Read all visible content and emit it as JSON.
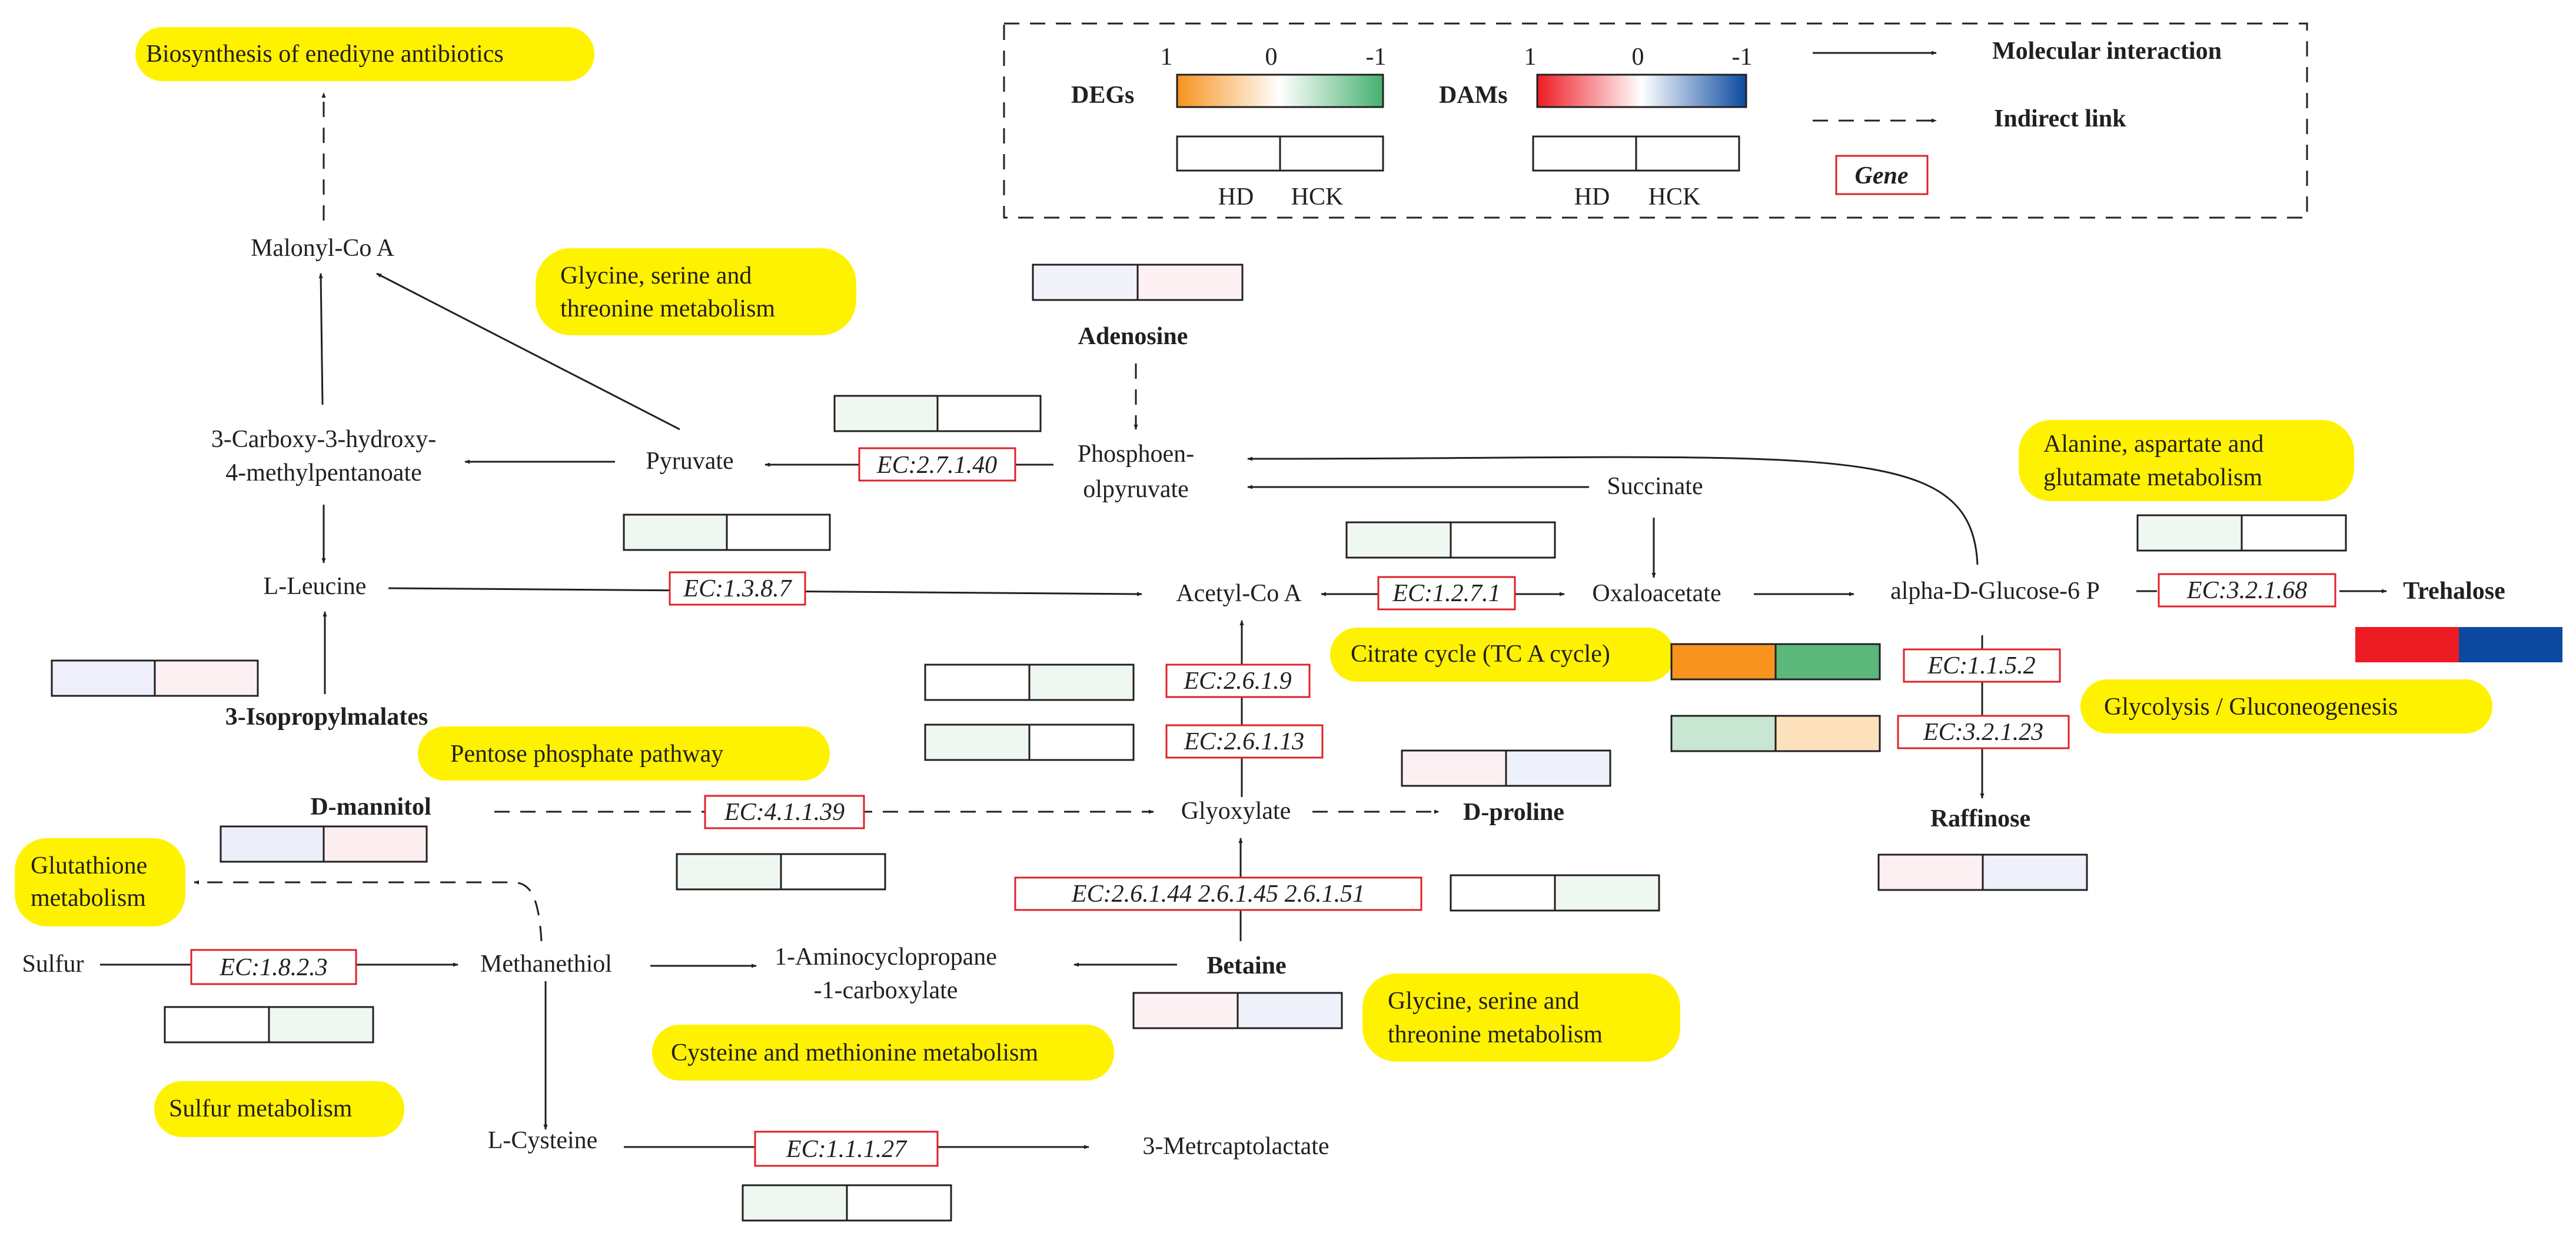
{
  "legend": {
    "degs_label": "DEGs",
    "dams_label": "DAMs",
    "scale_ticks": [
      "1",
      "0",
      "-1"
    ],
    "hd_label": "HD",
    "hck_label": "HCK",
    "molecular_interaction": "Molecular interaction",
    "indirect_link": "Indirect link",
    "gene_label": "Gene",
    "degs_gradient": [
      "#f7931e",
      "#ffffff",
      "#45b06e"
    ],
    "dams_gradient": [
      "#ed1c24",
      "#ffffff",
      "#0b4aa0"
    ]
  },
  "pathways": {
    "enediyne": "Biosynthesis of enediyne antibiotics",
    "gly_ser_thr_1a": "Glycine, serine and",
    "gly_ser_thr_1b": "threonine metabolism",
    "ala_asp_glu_a": "Alanine, aspartate and",
    "ala_asp_glu_b": "glutamate metabolism",
    "citrate": "Citrate cycle (TC A cycle)",
    "glycolysis": "Glycolysis / Gluconeogenesis",
    "pentose": "Pentose phosphate pathway",
    "glutathione_a": "Glutathione",
    "glutathione_b": "metabolism",
    "cysteine": "Cysteine and methionine metabolism",
    "gly_ser_thr_2a": "Glycine, serine and",
    "gly_ser_thr_2b": "threonine metabolism",
    "sulfur": "Sulfur metabolism"
  },
  "compounds": {
    "malonyl": "Malonyl-Co A",
    "carboxy_a": "3-Carboxy-3-hydroxy-",
    "carboxy_b": "4-methylpentanoate",
    "pyruvate": "Pyruvate",
    "leucine": "L-Leucine",
    "isopropyl": "3-Isopropylmalates",
    "adenosine": "Adenosine",
    "pep_a": "Phosphoen-",
    "pep_b": "olpyruvate",
    "succinate": "Succinate",
    "acetylcoa": "Acetyl-Co A",
    "oxaloacetate": "Oxaloacetate",
    "g6p": "alpha-D-Glucose-6 P",
    "trehalose": "Trehalose",
    "raffinose": "Raffinose",
    "mannitol": "D-mannitol",
    "glyoxylate": "Glyoxylate",
    "dproline": "D-proline",
    "sulfur": "Sulfur",
    "methanethiol": "Methanethiol",
    "acc_a": "1-Aminocyclopropane",
    "acc_b": "-1-carboxylate",
    "betaine": "Betaine",
    "cysteine": "L-Cysteine",
    "metrcapto": "3-Metrcaptolactate"
  },
  "enzymes": {
    "ec_27140": "EC:2.7.1.40",
    "ec_1387": "EC:1.3.8.7",
    "ec_1271": "EC:1.2.7.1",
    "ec_32168": "EC:3.2.1.68",
    "ec_2619": "EC:2.6.1.9",
    "ec_26113": "EC:2.6.1.13",
    "ec_1152": "EC:1.1.5.2",
    "ec_32123": "EC:3.2.1.23",
    "ec_41139": "EC:4.1.1.39",
    "ec_glyox": "EC:2.6.1.44 2.6.1.45 2.6.1.51",
    "ec_1823": "EC:1.8.2.3",
    "ec_11127": "EC:1.1.1.27"
  },
  "heatmaps": [
    {
      "id": "adenosine",
      "hd": "#f1f2fa",
      "hck": "#fdf1f3"
    },
    {
      "id": "pep",
      "hd": "#eff7f1",
      "hck": "#ffffff"
    },
    {
      "id": "pyruvate",
      "hd": "#eff7f1",
      "hck": "#ffffff"
    },
    {
      "id": "isopropyl",
      "hd": "#eeeffa",
      "hck": "#fdf0f2"
    },
    {
      "id": "acetyl",
      "hd": "#eff7f1",
      "hck": "#ffffff"
    },
    {
      "id": "ec2619",
      "hd": "#ffffff",
      "hck": "#eef7f0"
    },
    {
      "id": "ec26113",
      "hd": "#eff7f1",
      "hck": "#ffffff"
    },
    {
      "id": "citrate1",
      "hd": "#f7931e",
      "hck": "#5bb77a"
    },
    {
      "id": "citrate2",
      "hd": "#c8e6d1",
      "hck": "#fde1bd"
    },
    {
      "id": "g6p",
      "hd": "#eff7f1",
      "hck": "#ffffff"
    },
    {
      "id": "trehalose",
      "hd": "#ed1c24",
      "hck": "#0b4aa0"
    },
    {
      "id": "dproline",
      "hd": "#fdf0f2",
      "hck": "#eef0fa"
    },
    {
      "id": "mannitol",
      "hd": "#eceefa",
      "hck": "#fdeef0"
    },
    {
      "id": "ec41139",
      "hd": "#eff7f1",
      "hck": "#ffffff"
    },
    {
      "id": "glyox",
      "hd": "#ffffff",
      "hck": "#eef7f0"
    },
    {
      "id": "raffinose",
      "hd": "#fdf0f2",
      "hck": "#eef0fa"
    },
    {
      "id": "betaine",
      "hd": "#fdf1f3",
      "hck": "#eef0fa"
    },
    {
      "id": "sulfur",
      "hd": "#ffffff",
      "hck": "#eef7f0"
    },
    {
      "id": "cysteine",
      "hd": "#eff7f1",
      "hck": "#ffffff"
    }
  ]
}
